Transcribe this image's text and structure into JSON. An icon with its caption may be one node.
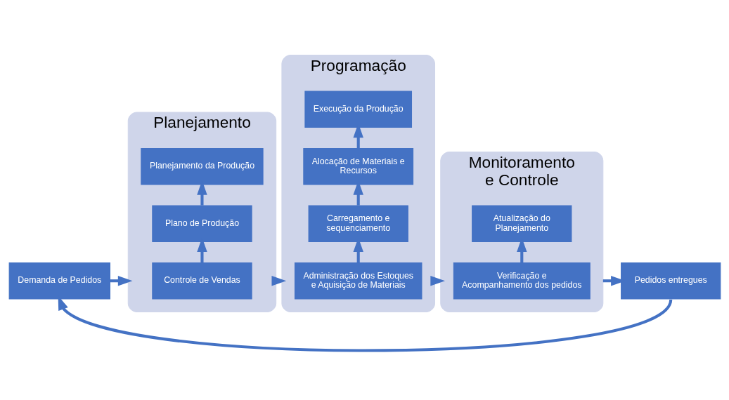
{
  "diagram": {
    "nodes": [
      {
        "text": [
          "Demanda de Pedidos"
        ]
      },
      {
        "text": [
          "Planejamento"
        ]
      },
      {
        "text": [
          "Controle de Vendas"
        ],
        "in": 1
      },
      {
        "text": [
          "Plano de Produção"
        ],
        "in": 1
      },
      {
        "text": [
          "Planejamento da Produção"
        ],
        "in": 1
      },
      {
        "text": [
          "Programação"
        ]
      },
      {
        "text": [
          "Administração dos Estoques e Aquisição de Materiais"
        ],
        "in": 5
      },
      {
        "text": [
          "Carregamento e sequenciamento"
        ],
        "in": 5
      },
      {
        "text": [
          "Alocação de Materiais e Recursos"
        ],
        "in": 5
      },
      {
        "text": [
          "Execução da Produção"
        ],
        "in": 5
      },
      {
        "text": [
          "Monitoramento e Controle"
        ]
      },
      {
        "text": [
          "Verificação e Acompanhamento dos pedidos"
        ],
        "in": 10
      },
      {
        "text": [
          "Atualização do Planejamento"
        ],
        "in": 10
      },
      {
        "text": [
          "Pedidos entregues"
        ]
      }
    ],
    "edges": [
      {
        "from": 0,
        "to": 1,
        "arrow": "to"
      },
      {
        "from": 2,
        "to": 3,
        "arrow": "to"
      },
      {
        "from": 3,
        "to": 4,
        "arrow": "to"
      },
      {
        "from": 1,
        "to": 5,
        "arrow": "to"
      },
      {
        "from": 6,
        "to": 7,
        "arrow": "to"
      },
      {
        "from": 7,
        "to": 8,
        "arrow": "to"
      },
      {
        "from": 8,
        "to": 9,
        "arrow": "to"
      },
      {
        "from": 5,
        "to": 10,
        "arrow": "to"
      },
      {
        "from": 11,
        "to": 12,
        "arrow": "to"
      },
      {
        "from": 10,
        "to": 13,
        "arrow": "to"
      },
      {
        "from": 13,
        "to": 0,
        "arrow": "to"
      }
    ]
  }
}
